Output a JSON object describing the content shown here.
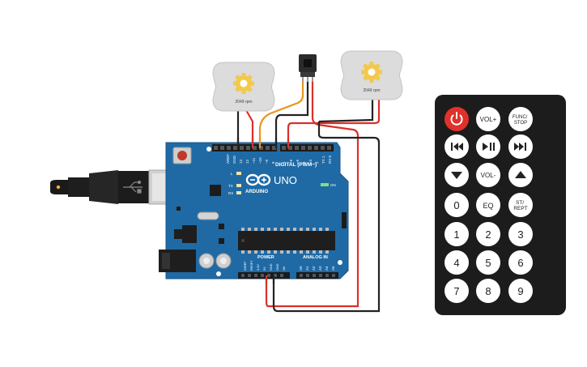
{
  "arduino": {
    "brand": "ARDUINO",
    "model": "UNO",
    "digital_label": "DIGITAL (PWM~)",
    "on_label": "ON",
    "power_label": "POWER",
    "analog_label": "ANALOG IN",
    "led_labels": [
      "L",
      "TX",
      "RX"
    ],
    "top_pins": [
      "AREF",
      "GND",
      "13",
      "12",
      "~11",
      "~10",
      "~9",
      "8",
      "7",
      "~6",
      "~5",
      "4",
      "~3",
      "2",
      "TX 1",
      "RX 0"
    ],
    "power_pins": [
      "IOREF",
      "RESET",
      "3.3V",
      "5V",
      "GND",
      "GND",
      "Vin"
    ],
    "analog_pins": [
      "A0",
      "A1",
      "A2",
      "A3",
      "A4",
      "A5"
    ]
  },
  "motors": [
    {
      "rpm_label": "2049 rpm"
    },
    {
      "rpm_label": "2049 rpm"
    }
  ],
  "remote": {
    "buttons": {
      "vol_up": "VOL+",
      "func_stop": "FUNC/ STOP",
      "vol_down": "VOL-",
      "zero": "0",
      "eq": "EQ",
      "st_rept": "ST/ REPT",
      "n1": "1",
      "n2": "2",
      "n3": "3",
      "n4": "4",
      "n5": "5",
      "n6": "6",
      "n7": "7",
      "n8": "8",
      "n9": "9"
    }
  },
  "colors": {
    "board": "#1f6aa5",
    "board_dark": "#18568a",
    "remote_body": "#1c1c1c",
    "power_button": "#e0312a",
    "wire_red": "#d8312a",
    "wire_black": "#222222",
    "wire_orange": "#e8961e",
    "motor_body": "#dcdcdc",
    "motor_gear": "#f2c94c"
  }
}
